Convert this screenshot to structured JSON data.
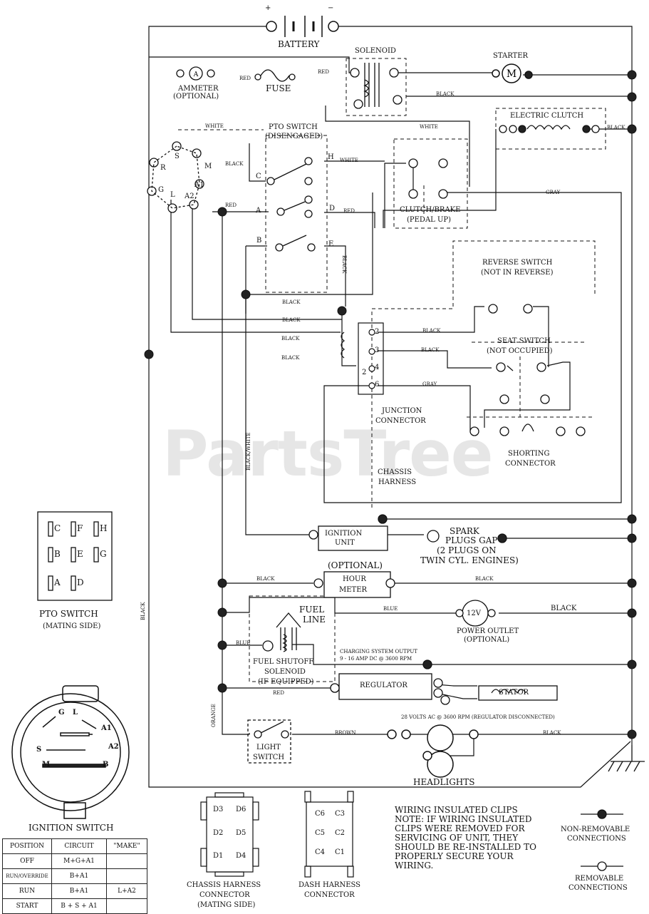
{
  "labels": {
    "battery": "BATTERY",
    "solenoid": "SOLENOID",
    "starter": "STARTER",
    "ammeter": "AMMETER",
    "ammeter_optional": "(OPTIONAL)",
    "fuse": "FUSE",
    "red": "RED",
    "black": "BLACK",
    "white": "WHITE",
    "gray": "GRAY",
    "blue": "BLUE",
    "brown": "BROWN",
    "orange": "ORANGE",
    "black_white": "BLACK/WHITE",
    "electric_clutch": "ELECTRIC CLUTCH",
    "pto_switch": "PTO SWITCH",
    "pto_disengaged": "(DISENGAGED)",
    "clutch_brake": "CLUTCH/BRAKE",
    "pedal_up": "(PEDAL UP)",
    "reverse_switch": "REVERSE SWITCH",
    "not_in_reverse": "(NOT IN REVERSE)",
    "seat_switch": "SEAT SWITCH",
    "not_occupied": "(NOT OCCUPIED)",
    "junction_connector_1": "JUNCTION",
    "junction_connector_2": "CONNECTOR",
    "shorting_connector_1": "SHORTING",
    "shorting_connector_2": "CONNECTOR",
    "chassis_harness_1": "CHASSIS",
    "chassis_harness_2": "HARNESS",
    "ignition_unit_1": "IGNITION",
    "ignition_unit_2": "UNIT",
    "spark_1": "SPARK",
    "spark_2": "PLUGS GAP",
    "spark_3": "(2 PLUGS ON",
    "spark_4": "TWIN CYL. ENGINES)",
    "optional": "(OPTIONAL)",
    "hour_meter_1": "HOUR",
    "hour_meter_2": "METER",
    "fuel_line_1": "FUEL",
    "fuel_line_2": "LINE",
    "power_outlet_1": "POWER OUTLET",
    "power_outlet_2": "(OPTIONAL)",
    "twelve_v": "12V",
    "fuel_shutoff_1": "FUEL SHUTOFF",
    "fuel_shutoff_2": "SOLENOID",
    "fuel_shutoff_3": "(IF EQUIPPED)",
    "charging_1": "CHARGING SYSTEM OUTPUT",
    "charging_2": "9 - 16 AMP DC @ 3600 RPM",
    "regulator": "REGULATOR",
    "stator": "STATOR",
    "volts_ac": "28 VOLTS AC @ 3600 RPM (REGULATOR DISCONNECTED)",
    "light_switch_1": "LIGHT",
    "light_switch_2": "SWITCH",
    "headlights": "HEADLIGHTS",
    "pto_switch_mating_1": "PTO SWITCH",
    "pto_switch_mating_2": "(MATING SIDE)",
    "ignition_switch": "IGNITION SWITCH",
    "chassis_conn_1": "CHASSIS HARNESS",
    "chassis_conn_2": "CONNECTOR",
    "chassis_conn_3": "(MATING SIDE)",
    "dash_conn_1": "DASH HARNESS",
    "dash_conn_2": "CONNECTOR",
    "non_removable_1": "NON-REMOVABLE",
    "non_removable_2": "CONNECTIONS",
    "removable_1": "REMOVABLE",
    "removable_2": "CONNECTIONS",
    "plus": "+",
    "minus": "−",
    "watermark": "PartsTree"
  },
  "clips_note": [
    "WIRING INSULATED CLIPS",
    "NOTE: IF WIRING INSULATED",
    "CLIPS WERE REMOVED FOR",
    "SERVICING OF UNIT, THEY",
    "SHOULD BE RE-INSTALLED TO",
    "PROPERLY SECURE YOUR",
    "WIRING."
  ],
  "pto_terminals": [
    "C",
    "F",
    "H",
    "B",
    "E",
    "G",
    "A",
    "D"
  ],
  "pto_switch_terminals": [
    "H",
    "C",
    "D",
    "A",
    "E",
    "B"
  ],
  "ignition_terminals": [
    "S",
    "M",
    "A1",
    "A2",
    "L",
    "G",
    "R"
  ],
  "ignition_face_terminals": [
    "G",
    "L",
    "A1",
    "A2",
    "S",
    "M",
    "B"
  ],
  "junction_pins": [
    "2",
    "3",
    "4",
    "6"
  ],
  "chassis_conn_pins": [
    "D3",
    "D6",
    "D2",
    "D5",
    "D1",
    "D4"
  ],
  "dash_conn_pins": [
    "C6",
    "C3",
    "C5",
    "C2",
    "C4",
    "C1"
  ],
  "ignition_table": {
    "headers": [
      "POSITION",
      "CIRCUIT",
      "\"MAKE\""
    ],
    "rows": [
      [
        "OFF",
        "M+G+A1",
        ""
      ],
      [
        "RUN/OVERRIDE",
        "B+A1",
        ""
      ],
      [
        "RUN",
        "B+A1",
        "L+A2"
      ],
      [
        "START",
        "B + S + A1",
        ""
      ]
    ]
  }
}
